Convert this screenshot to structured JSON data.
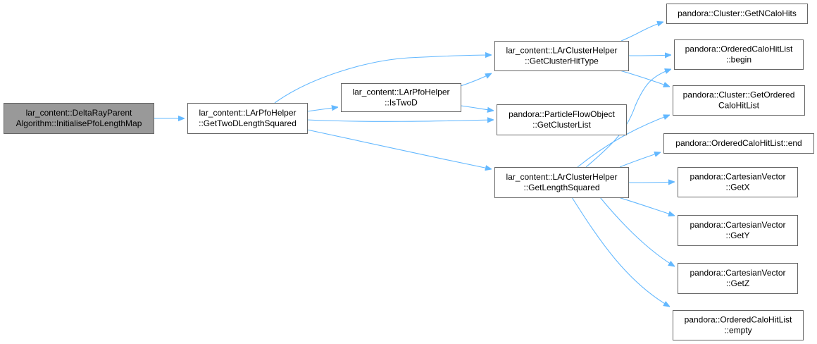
{
  "graph": {
    "nodes": [
      {
        "id": "init",
        "lines": [
          "lar_content::DeltaRayParent",
          "Algorithm::InitialisePfoLengthMap"
        ],
        "root": true
      },
      {
        "id": "get2d",
        "lines": [
          "lar_content::LArPfoHelper",
          "::GetTwoDLengthSquared"
        ]
      },
      {
        "id": "istwod",
        "lines": [
          "lar_content::LArPfoHelper",
          "::IsTwoD"
        ]
      },
      {
        "id": "hittype",
        "lines": [
          "lar_content::LArClusterHelper",
          "::GetClusterHitType"
        ]
      },
      {
        "id": "clusterlist",
        "lines": [
          "pandora::ParticleFlowObject",
          "::GetClusterList"
        ]
      },
      {
        "id": "lensq",
        "lines": [
          "lar_content::LArClusterHelper",
          "::GetLengthSquared"
        ]
      },
      {
        "id": "ncalo",
        "lines": [
          "pandora::Cluster::GetNCaloHits"
        ]
      },
      {
        "id": "begin",
        "lines": [
          "pandora::OrderedCaloHitList",
          "::begin"
        ]
      },
      {
        "id": "ordered",
        "lines": [
          "pandora::Cluster::GetOrdered",
          "CaloHitList"
        ]
      },
      {
        "id": "end",
        "lines": [
          "pandora::OrderedCaloHitList::end"
        ]
      },
      {
        "id": "getx",
        "lines": [
          "pandora::CartesianVector",
          "::GetX"
        ]
      },
      {
        "id": "gety",
        "lines": [
          "pandora::CartesianVector",
          "::GetY"
        ]
      },
      {
        "id": "getz",
        "lines": [
          "pandora::CartesianVector",
          "::GetZ"
        ]
      },
      {
        "id": "empty",
        "lines": [
          "pandora::OrderedCaloHitList",
          "::empty"
        ]
      }
    ],
    "edges": [
      {
        "from": "init",
        "to": "get2d"
      },
      {
        "from": "get2d",
        "to": "hittype"
      },
      {
        "from": "get2d",
        "to": "istwod"
      },
      {
        "from": "get2d",
        "to": "clusterlist"
      },
      {
        "from": "get2d",
        "to": "lensq"
      },
      {
        "from": "istwod",
        "to": "hittype"
      },
      {
        "from": "istwod",
        "to": "clusterlist"
      },
      {
        "from": "hittype",
        "to": "ncalo"
      },
      {
        "from": "hittype",
        "to": "begin"
      },
      {
        "from": "hittype",
        "to": "ordered"
      },
      {
        "from": "lensq",
        "to": "begin"
      },
      {
        "from": "lensq",
        "to": "ordered"
      },
      {
        "from": "lensq",
        "to": "end"
      },
      {
        "from": "lensq",
        "to": "getx"
      },
      {
        "from": "lensq",
        "to": "gety"
      },
      {
        "from": "lensq",
        "to": "getz"
      },
      {
        "from": "lensq",
        "to": "empty"
      }
    ],
    "colors": {
      "edge": "#63b8ff",
      "node_border": "#666666",
      "node_fill": "#ffffff",
      "root_fill": "#999999",
      "text": "#000000"
    }
  }
}
